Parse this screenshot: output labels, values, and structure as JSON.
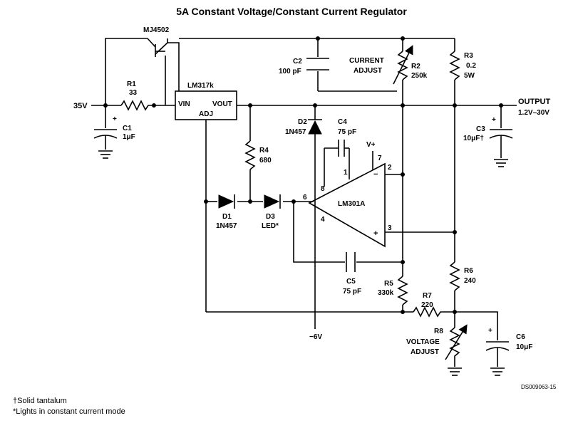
{
  "title": "5A Constant Voltage/Constant Current Regulator",
  "labels": {
    "q1": "MJ4502",
    "vin_node": "35V",
    "r1_name": "R1",
    "r1_value": "33",
    "c1_name": "C1",
    "c1_value": "1μF",
    "ic_name": "LM317k",
    "ic_vin": "VIN",
    "ic_vout": "VOUT",
    "ic_adj": "ADJ",
    "c2_name": "C2",
    "c2_value": "100 pF",
    "current_adjust_1": "CURRENT",
    "current_adjust_2": "ADJUST",
    "r2_name": "R2",
    "r2_value": "250k",
    "r3_name": "R3",
    "r3_value1": "0.2",
    "r3_value2": "5W",
    "output_1": "OUTPUT",
    "output_2": "1.2V–30V",
    "c3_name": "C3",
    "c3_value": "10μF†",
    "d2_name": "D2",
    "d2_value": "1N457",
    "c4_name": "C4",
    "c4_value": "75 pF",
    "vplus": "V+",
    "r4_name": "R4",
    "r4_value": "680",
    "opamp": "LM301A",
    "pin1": "1",
    "pin2": "2",
    "pin3": "3",
    "pin4": "4",
    "pin6": "6",
    "pin7": "7",
    "pin8": "8",
    "minus": "−",
    "plus": "+",
    "d1_name": "D1",
    "d1_value": "1N457",
    "d3_name": "D3",
    "d3_value": "LED*",
    "c5_name": "C5",
    "c5_value": "75 pF",
    "r5_name": "R5",
    "r5_value": "330k",
    "r6_name": "R6",
    "r6_value": "240",
    "r7_name": "R7",
    "r7_value": "220",
    "r8_name": "R8",
    "voltage_adjust_1": "VOLTAGE",
    "voltage_adjust_2": "ADJUST",
    "c6_name": "C6",
    "c6_value": "10μF",
    "neg6v": "−6V",
    "cap_plus": "+"
  },
  "footnotes": {
    "line1": "†Solid tantalum",
    "line2": "*Lights in constant current mode"
  },
  "doc_id": "DS009063-15"
}
